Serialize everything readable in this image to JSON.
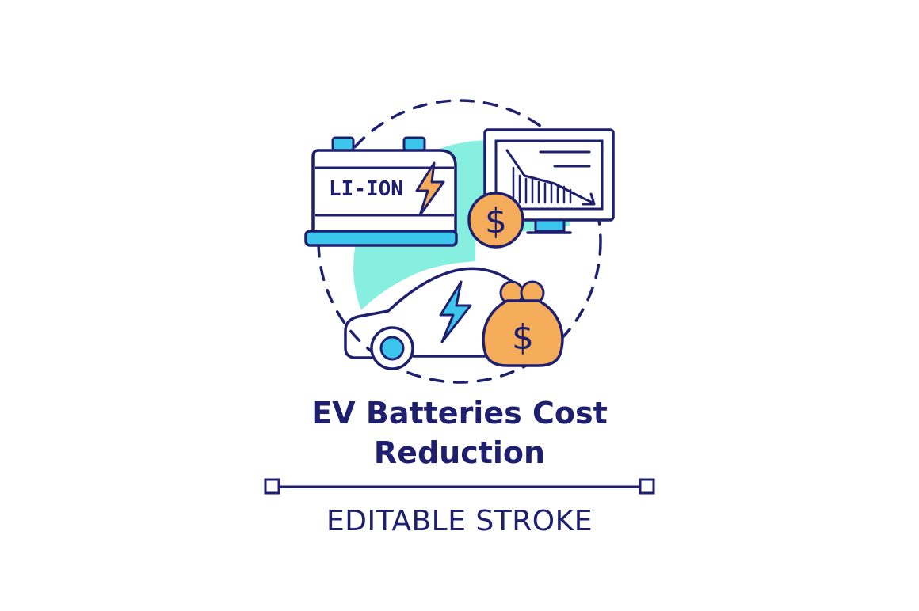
{
  "concept": {
    "title_line_1": "EV Batteries Cost",
    "title_line_2": "Reduction",
    "caption": "EDITABLE STROKE"
  },
  "battery": {
    "label": "LI-ION"
  },
  "currency_symbol": "$",
  "colors": {
    "outline": "#1e1f6e",
    "mint": "#86efe0",
    "blue": "#3cc6ec",
    "orange": "#f6ad5b",
    "background": "#ffffff"
  },
  "icons": [
    "li-ion-battery-icon",
    "lightning-icon",
    "monitor-declining-chart-icon",
    "dollar-coin-icon",
    "electric-car-icon",
    "coin-purse-icon"
  ]
}
